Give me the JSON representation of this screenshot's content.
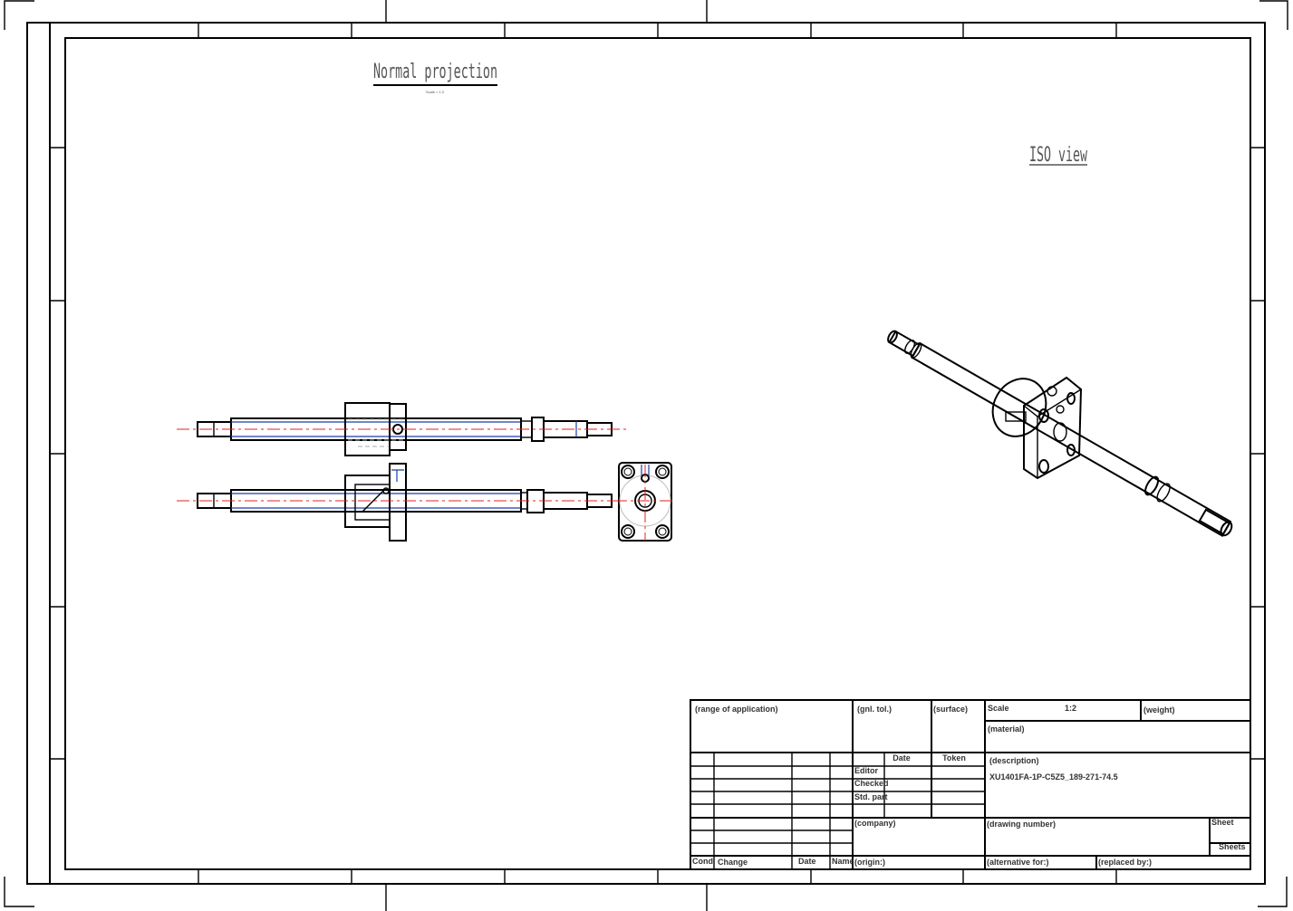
{
  "views": {
    "normal_title": "Normal projection",
    "normal_scale": "Scale = 1:2",
    "iso_title": "ISO view"
  },
  "title_block": {
    "range": "(range of application)",
    "gen_tol": "(gnl. tol.)",
    "surface": "(surface)",
    "scale_label": "Scale",
    "scale_value": "1:2",
    "weight": "(weight)",
    "material": "(material)",
    "date_col": "Date",
    "token_col": "Token",
    "editor": "Editor",
    "checked": "Checked",
    "std_part": "Std. part",
    "description_label": "(description)",
    "description_value": "XU1401FA-1P-C5Z5_189-271-74.5",
    "company": "(company)",
    "drawing_number": "(drawing number)",
    "sheet": "Sheet",
    "sheets": "Sheets",
    "cond": "Cond.",
    "change": "Change",
    "rev_date": "Date",
    "name": "Name",
    "origin": "(origin:)",
    "alternative": "(alternative for:)",
    "replaced": "(replaced by:)"
  }
}
